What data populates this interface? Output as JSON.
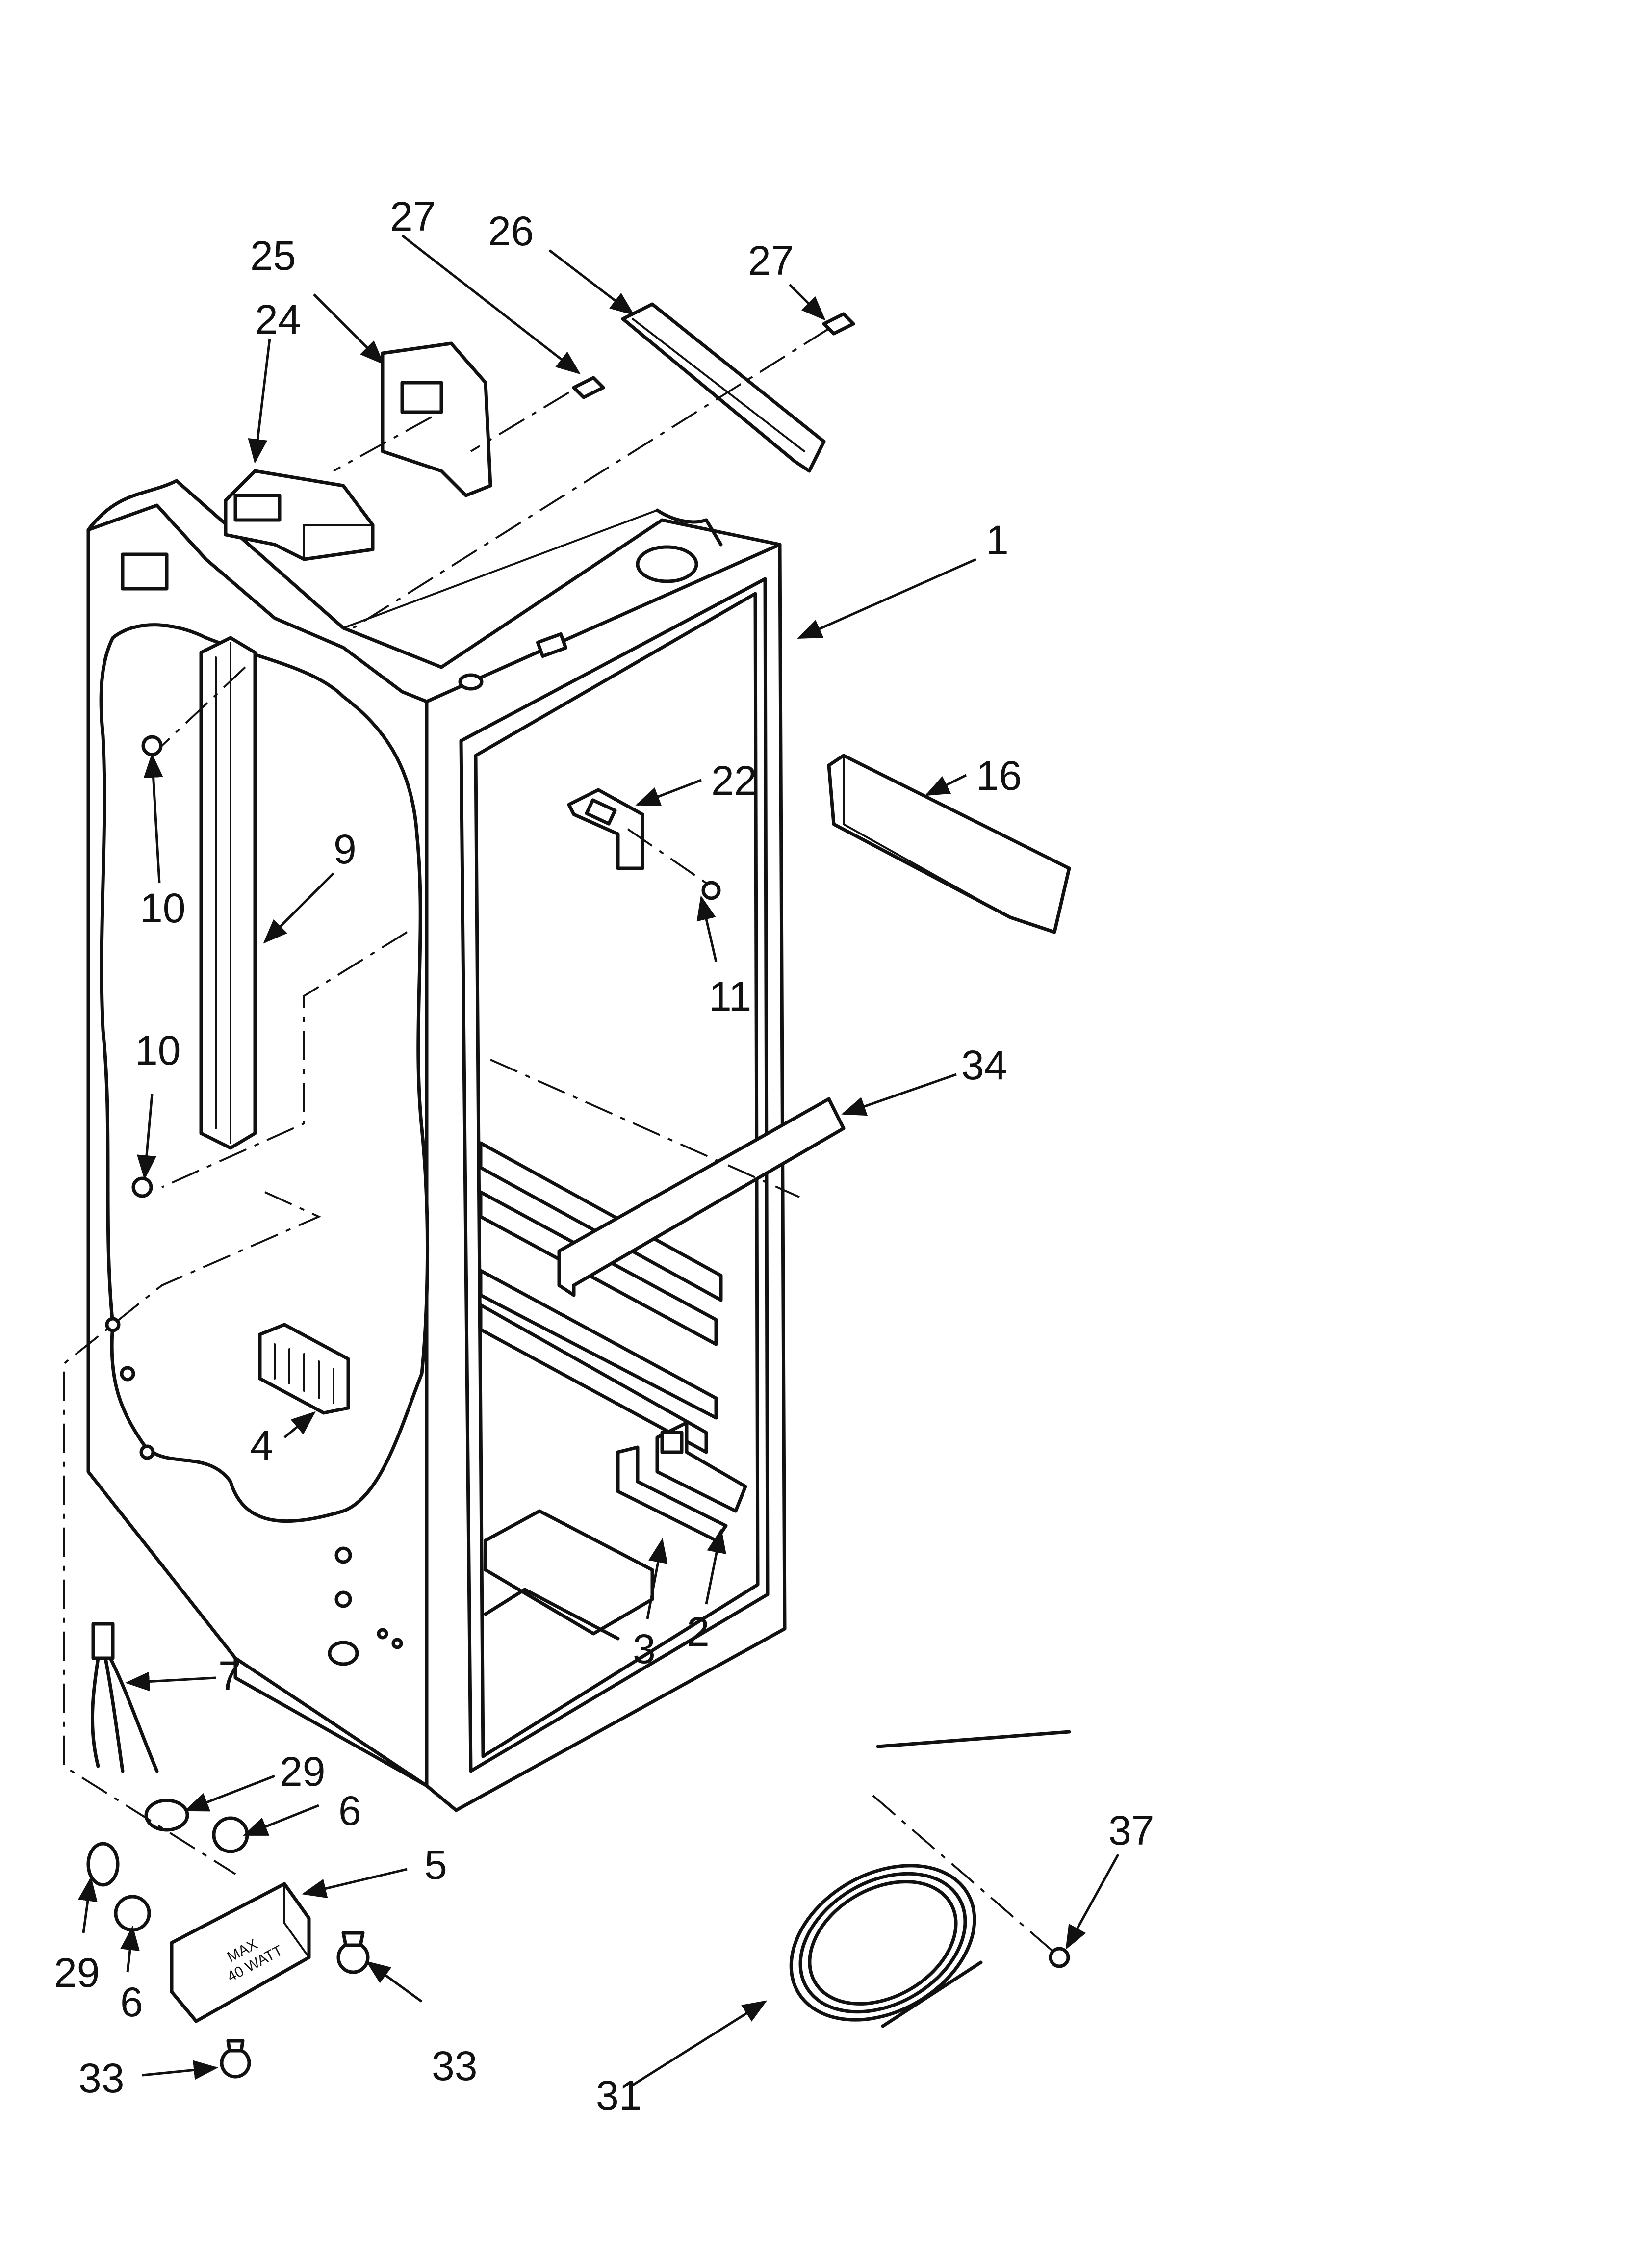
{
  "diagram": {
    "callouts": {
      "c27a": "27",
      "c26": "26",
      "c27b": "27",
      "c25": "25",
      "c24": "24",
      "c1": "1",
      "c22": "22",
      "c16": "16",
      "c9": "9",
      "c10a": "10",
      "c11": "11",
      "c10b": "10",
      "c34": "34",
      "c4": "4",
      "c3": "3",
      "c2": "2",
      "c7": "7",
      "c29a": "29",
      "c6a": "6",
      "c5": "5",
      "c29b": "29",
      "c6b": "6",
      "c33a": "33",
      "c33b": "33",
      "c37": "37",
      "c31": "31"
    },
    "part_text": {
      "max": "MAX",
      "watt": "40 WATT"
    }
  }
}
